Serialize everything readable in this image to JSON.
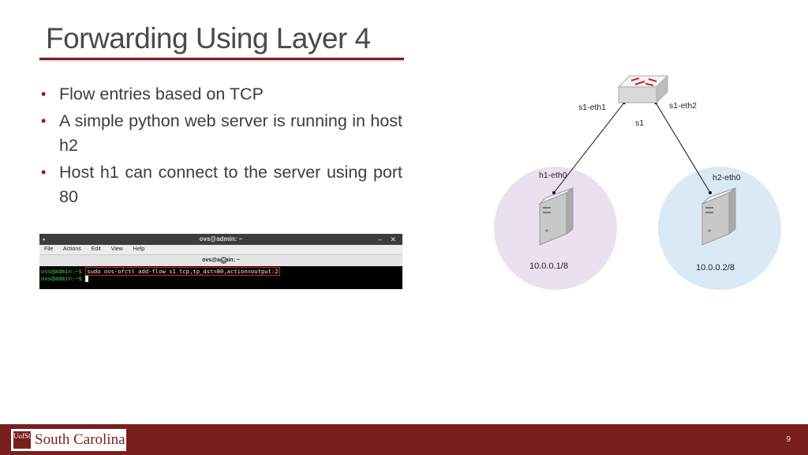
{
  "slide": {
    "title": "Forwarding Using Layer 4",
    "bullets": [
      "Flow entries based on TCP",
      "A simple python web server is running in host h2",
      "Host h1 can connect to the server using port 80"
    ],
    "page_number": "9"
  },
  "terminal": {
    "window_title": "ovs@admin: ~",
    "menu": [
      "File",
      "Actions",
      "Edit",
      "View",
      "Help"
    ],
    "tab_title": "ovs@admin: ~",
    "prompt": "ovs@admin:~$",
    "command": "sudo ovs-ofctl add-flow s1 tcp,tp_dst=80,action=output:2"
  },
  "diagram": {
    "switch_name": "s1",
    "switch_port_left": "s1-eth1",
    "switch_port_right": "s1-eth2",
    "host1_iface": "h1-eth0",
    "host2_iface": "h2-eth0",
    "host1_ip": "10.0.0.1/8",
    "host2_ip": "10.0.0.2/8",
    "host1_color": "#ebe0ef",
    "host2_color": "#dbe9f5"
  },
  "footer": {
    "logo_mark": "UofSC",
    "logo_text": "South Carolina",
    "brand_color": "#7a1e1e"
  }
}
